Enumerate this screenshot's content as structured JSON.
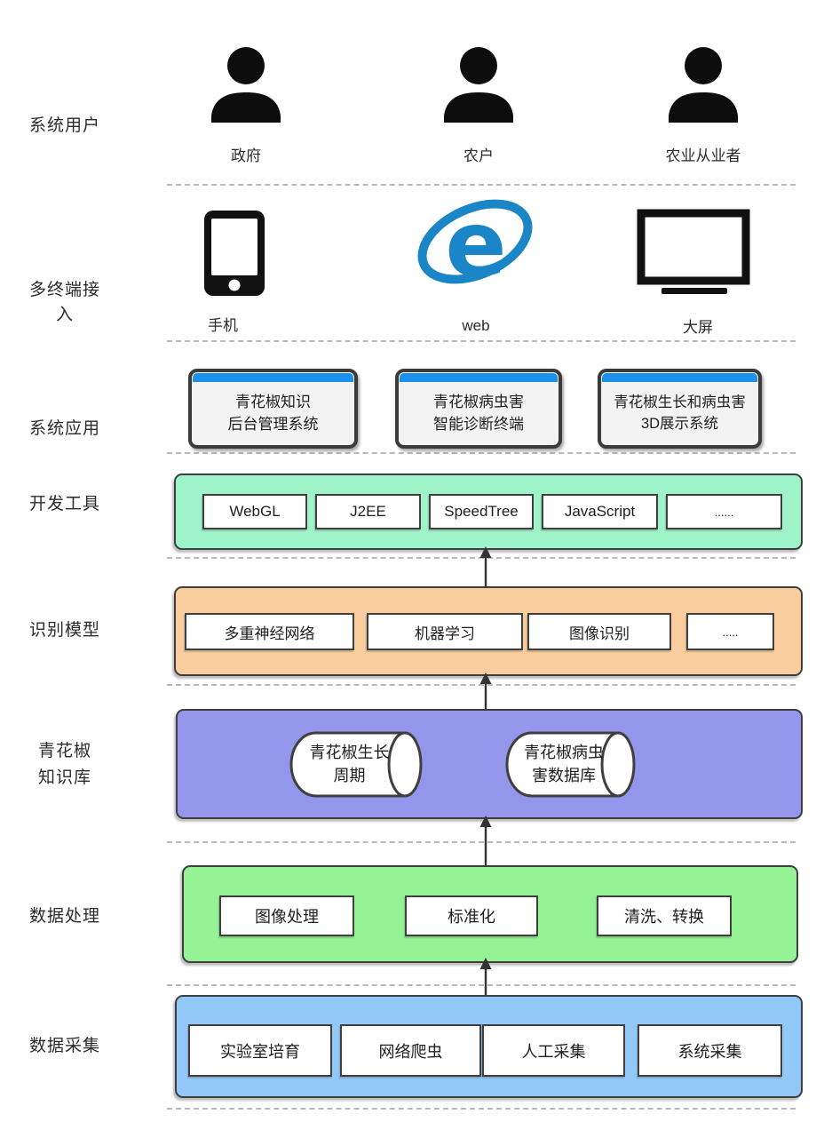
{
  "layers": {
    "users": {
      "label": "系统用户",
      "items": [
        {
          "caption": "政府"
        },
        {
          "caption": "农户"
        },
        {
          "caption": "农业从业者"
        }
      ]
    },
    "terminals": {
      "label_line1": "多终端接",
      "label_line2": "入",
      "items": [
        {
          "caption": "手机"
        },
        {
          "caption": "web"
        },
        {
          "caption": "大屏"
        }
      ]
    },
    "apps": {
      "label": "系统应用",
      "cards": [
        {
          "line1": "青花椒知识",
          "line2": "后台管理系统"
        },
        {
          "line1": "青花椒病虫害",
          "line2": "智能诊断终端"
        },
        {
          "line1": "青花椒生长和病虫害",
          "line2": "3D展示系统"
        }
      ]
    },
    "devtools": {
      "label": "开发工具",
      "items": [
        "WebGL",
        "J2EE",
        "SpeedTree",
        "JavaScript",
        "......"
      ]
    },
    "models": {
      "label": "识别模型",
      "items": [
        "多重神经网络",
        "机器学习",
        "图像识别",
        "....."
      ]
    },
    "knowledge": {
      "label_line1": "青花椒",
      "label_line2": "知识库",
      "cylinders": [
        {
          "line1": "青花椒生长",
          "line2": "周期"
        },
        {
          "line1": "青花椒病虫",
          "line2": "害数据库"
        }
      ]
    },
    "processing": {
      "label": "数据处理",
      "items": [
        "图像处理",
        "标准化",
        "清洗、转换"
      ]
    },
    "collection": {
      "label": "数据采集",
      "items": [
        "实验室培育",
        "网络爬虫",
        "人工采集",
        "系统采集"
      ]
    }
  },
  "colors": {
    "devtools_band": "#9ff3c9",
    "models_band": "#f9cd9d",
    "knowledge_band": "#9496ec",
    "processing_band": "#95f295",
    "collection_band": "#92c9f8",
    "browser_titlebar_blue": "#1e8fea",
    "ie_logo_blue": "#1a86c8",
    "outline_dark": "#3f3f3f"
  }
}
